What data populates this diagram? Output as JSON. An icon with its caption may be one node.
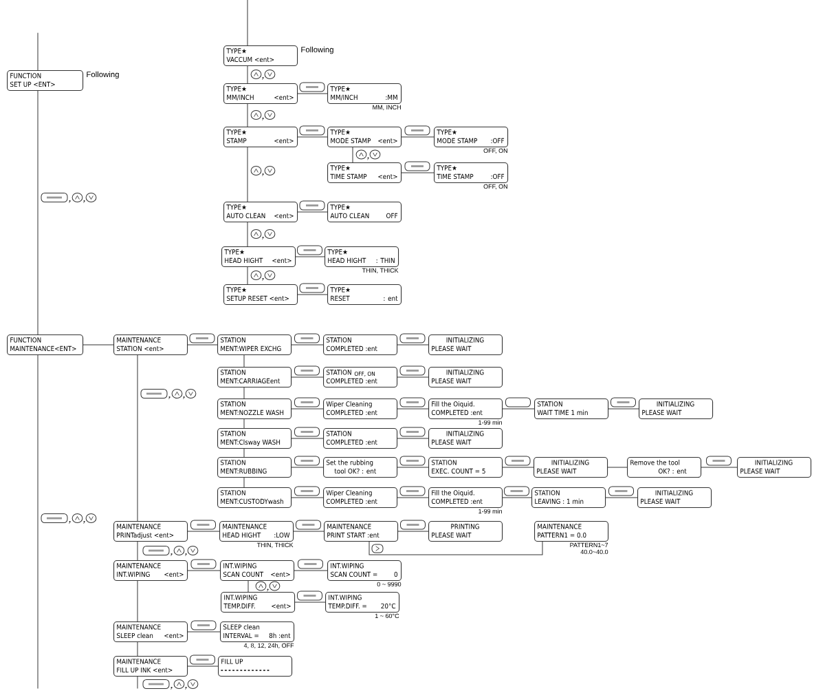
{
  "diagram": {
    "nodes": [
      {
        "text": [
          "FUNCTION",
          "SET UP <ENT>"
        ],
        "beside": [
          "Following"
        ]
      },
      {
        "text": [
          "TYPE★",
          "VACCUM <ent>"
        ],
        "beside": [
          "Following"
        ]
      },
      {
        "text": [
          "TYPE★",
          "MM/INCH",
          "<ent>"
        ]
      },
      {
        "text": [
          "TYPE★",
          "MM/INCH",
          ":MM"
        ],
        "beside": [
          "MM, INCH"
        ]
      },
      {
        "text": [
          "TYPE★",
          "STAMP",
          "<ent>"
        ]
      },
      {
        "text": [
          "TYPE★",
          "MODE STAMP",
          "<ent>"
        ]
      },
      {
        "text": [
          "TYPE★",
          "MODE STAMP",
          ":OFF"
        ],
        "beside": [
          "OFF, ON"
        ]
      },
      {
        "text": [
          "TYPE★",
          "TIME STAMP",
          "<ent>"
        ]
      },
      {
        "text": [
          "TYPE★",
          "TIME STAMP",
          ":OFF"
        ],
        "beside": [
          "OFF, ON"
        ]
      },
      {
        "text": [
          "TYPE★",
          "AUTO CLEAN",
          "<ent>"
        ]
      },
      {
        "text": [
          "TYPE★",
          "AUTO CLEAN",
          "OFF"
        ]
      },
      {
        "text": [
          "TYPE★",
          "HEAD HIGHT",
          "<ent>"
        ]
      },
      {
        "text": [
          "TYPE★",
          "HEAD HIGHT",
          ": THIN"
        ],
        "beside": [
          "THIN, THICK"
        ]
      },
      {
        "text": [
          "TYPE★",
          "SETUP RESET <ent>"
        ]
      },
      {
        "text": [
          "TYPE★",
          "RESET",
          ": ent"
        ]
      },
      {
        "text": [
          "FUNCTION",
          "MAINTENANCE<ENT>"
        ]
      },
      {
        "text": [
          "MAINTENANCE",
          "STATION <ent>"
        ]
      },
      {
        "text": [
          "STATION",
          "MENT:WIPER EXCHG"
        ]
      },
      {
        "text": [
          "STATION",
          "COMPLETED :ent"
        ]
      },
      {
        "text": [
          "INITIALIZING",
          "PLEASE WAIT"
        ]
      },
      {
        "text": [
          "STATION",
          "MENT:CARRIAGEent"
        ]
      },
      {
        "text": [
          "STATION",
          "OFF, ON",
          "COMPLETED :ent"
        ]
      },
      {
        "text": [
          "INITIALIZING",
          "PLEASE WAIT"
        ]
      },
      {
        "text": [
          "STATION",
          "MENT:NOZZLE WASH"
        ]
      },
      {
        "text": [
          "Wiper Cleaning",
          "COMPLETED :ent"
        ]
      },
      {
        "text": [
          "Fill the Oiquid.",
          "COMPLETED :ent"
        ],
        "beside": [
          "1-99 min"
        ]
      },
      {
        "text": [
          "STATION",
          "WAIT TIME 1 min"
        ]
      },
      {
        "text": [
          "INITIALIZING",
          "PLEASE WAIT"
        ]
      },
      {
        "text": [
          "STATION",
          "MENT:Clsway WASH"
        ]
      },
      {
        "text": [
          "STATION",
          "COMPLETED :ent"
        ]
      },
      {
        "text": [
          "INITIALIZING",
          "PLEASE WAIT"
        ]
      },
      {
        "text": [
          "STATION",
          "MENT:RUBBING"
        ]
      },
      {
        "text": [
          "Set the rubbing",
          "tool OK? : ent"
        ]
      },
      {
        "text": [
          "STATION",
          "EXEC. COUNT = 5"
        ]
      },
      {
        "text": [
          "INITIALIZING",
          "PLEASE WAIT"
        ]
      },
      {
        "text": [
          "Remove the tool",
          "OK? : ent"
        ]
      },
      {
        "text": [
          "INITIALIZING",
          "PLEASE WAIT"
        ]
      },
      {
        "text": [
          "STATION",
          "MENT:CUSTODYwash"
        ]
      },
      {
        "text": [
          "Wiper Cleaning",
          "COMPLETED :ent"
        ]
      },
      {
        "text": [
          "Fill the Oiquid.",
          "COMPLETED :ent"
        ],
        "beside": [
          "1-99 min"
        ]
      },
      {
        "text": [
          "STATION",
          "LEAVING : 1 min"
        ]
      },
      {
        "text": [
          "INITIALIZING",
          "PLEASE WAIT"
        ]
      },
      {
        "text": [
          "MAINTENANCE",
          "PRINTadjust <ent>"
        ]
      },
      {
        "text": [
          "MAINTENANCE",
          "HEAD HIGHT",
          ":LOW"
        ],
        "beside": [
          "THIN, THICK"
        ]
      },
      {
        "text": [
          "MAINTENANCE",
          "PRINT START :ent"
        ]
      },
      {
        "text": [
          "PRINTING",
          "PLEASE WAIT"
        ]
      },
      {
        "text": [
          "MAINTENANCE",
          "PATTERN1 = 0.0"
        ],
        "beside": [
          "PATTERN1~7",
          "40.0~40.0"
        ]
      },
      {
        "text": [
          "MAINTENANCE",
          "INT.WIPING",
          "<ent>"
        ]
      },
      {
        "text": [
          "INT.WIPING",
          "SCAN COUNT",
          "<ent>"
        ]
      },
      {
        "text": [
          "INT.WIPING",
          "SCAN COUNT =",
          "0"
        ],
        "beside": [
          "0 ~ 9990"
        ]
      },
      {
        "text": [
          "INT.WIPING",
          "TEMP.DIFF.",
          "<ent>"
        ]
      },
      {
        "text": [
          "INT.WIPING",
          "TEMP.DIFF. =",
          "20°C"
        ],
        "beside": [
          "1 ~ 60°C"
        ]
      },
      {
        "text": [
          "MAINTENANCE",
          "SLEEP clean",
          "<ent>"
        ]
      },
      {
        "text": [
          "SLEEP clean",
          "INTERVAL =",
          "8h :ent"
        ],
        "beside": [
          "4, 8, 12, 24h, OFF"
        ]
      },
      {
        "text": [
          "MAINTENANCE",
          "FILL UP INK <ent>"
        ]
      },
      {
        "text": [
          "FILL UP"
        ]
      }
    ],
    "edges": [
      {
        "from": null,
        "to": 0,
        "arrow": "none"
      },
      {
        "from": 0,
        "to": 15,
        "arrow": "none"
      },
      {
        "from": 15,
        "to": null,
        "arrow": "none"
      },
      {
        "from": null,
        "to": 1,
        "arrow": "none"
      },
      {
        "from": 1,
        "to": 2,
        "arrow": "none"
      },
      {
        "from": 2,
        "to": 3,
        "arrow": "none"
      },
      {
        "from": 2,
        "to": 4,
        "arrow": "none"
      },
      {
        "from": 4,
        "to": 5,
        "arrow": "none"
      },
      {
        "from": 5,
        "to": 6,
        "arrow": "none"
      },
      {
        "from": 5,
        "to": 7,
        "arrow": "none"
      },
      {
        "from": 7,
        "to": 8,
        "arrow": "none"
      },
      {
        "from": 4,
        "to": 9,
        "arrow": "none"
      },
      {
        "from": 9,
        "to": 10,
        "arrow": "none"
      },
      {
        "from": 9,
        "to": 11,
        "arrow": "none"
      },
      {
        "from": 11,
        "to": 12,
        "arrow": "none"
      },
      {
        "from": 11,
        "to": 13,
        "arrow": "none"
      },
      {
        "from": 13,
        "to": 14,
        "arrow": "none"
      },
      {
        "from": 15,
        "to": 16,
        "arrow": "none"
      },
      {
        "from": 16,
        "to": 17,
        "arrow": "none"
      },
      {
        "from": 17,
        "to": 18,
        "arrow": "none"
      },
      {
        "from": 18,
        "to": 19,
        "arrow": "none"
      },
      {
        "from": 17,
        "to": 20,
        "arrow": "none"
      },
      {
        "from": 20,
        "to": 21,
        "arrow": "none"
      },
      {
        "from": 21,
        "to": 22,
        "arrow": "none"
      },
      {
        "from": 20,
        "to": 23,
        "arrow": "none"
      },
      {
        "from": 23,
        "to": 24,
        "arrow": "none"
      },
      {
        "from": 24,
        "to": 25,
        "arrow": "none"
      },
      {
        "from": 25,
        "to": 26,
        "arrow": "none"
      },
      {
        "from": 26,
        "to": 27,
        "arrow": "none"
      },
      {
        "from": 23,
        "to": 28,
        "arrow": "none"
      },
      {
        "from": 28,
        "to": 29,
        "arrow": "none"
      },
      {
        "from": 29,
        "to": 30,
        "arrow": "none"
      },
      {
        "from": 28,
        "to": 31,
        "arrow": "none"
      },
      {
        "from": 31,
        "to": 32,
        "arrow": "none"
      },
      {
        "from": 32,
        "to": 33,
        "arrow": "none"
      },
      {
        "from": 33,
        "to": 34,
        "arrow": "none"
      },
      {
        "from": 34,
        "to": 35,
        "arrow": "none"
      },
      {
        "from": 35,
        "to": 36,
        "arrow": "none"
      },
      {
        "from": 31,
        "to": 37,
        "arrow": "none"
      },
      {
        "from": 37,
        "to": 38,
        "arrow": "none"
      },
      {
        "from": 38,
        "to": 39,
        "arrow": "none"
      },
      {
        "from": 39,
        "to": 40,
        "arrow": "none"
      },
      {
        "from": 40,
        "to": 41,
        "arrow": "none"
      },
      {
        "from": 16,
        "to": 42,
        "arrow": "none"
      },
      {
        "from": 42,
        "to": 43,
        "arrow": "none"
      },
      {
        "from": 43,
        "to": 44,
        "arrow": "none"
      },
      {
        "from": 44,
        "to": 45,
        "arrow": "none"
      },
      {
        "from": 44,
        "to": 46,
        "arrow": "none"
      },
      {
        "from": 42,
        "to": 47,
        "arrow": "none"
      },
      {
        "from": 47,
        "to": 48,
        "arrow": "none"
      },
      {
        "from": 48,
        "to": 49,
        "arrow": "none"
      },
      {
        "from": 48,
        "to": 50,
        "arrow": "none"
      },
      {
        "from": 50,
        "to": 51,
        "arrow": "none"
      },
      {
        "from": 47,
        "to": 52,
        "arrow": "none"
      },
      {
        "from": 52,
        "to": 53,
        "arrow": "none"
      },
      {
        "from": 52,
        "to": 54,
        "arrow": "none"
      },
      {
        "from": 54,
        "to": 55,
        "arrow": "none"
      },
      {
        "from": 54,
        "to": null,
        "arrow": "none"
      }
    ]
  }
}
